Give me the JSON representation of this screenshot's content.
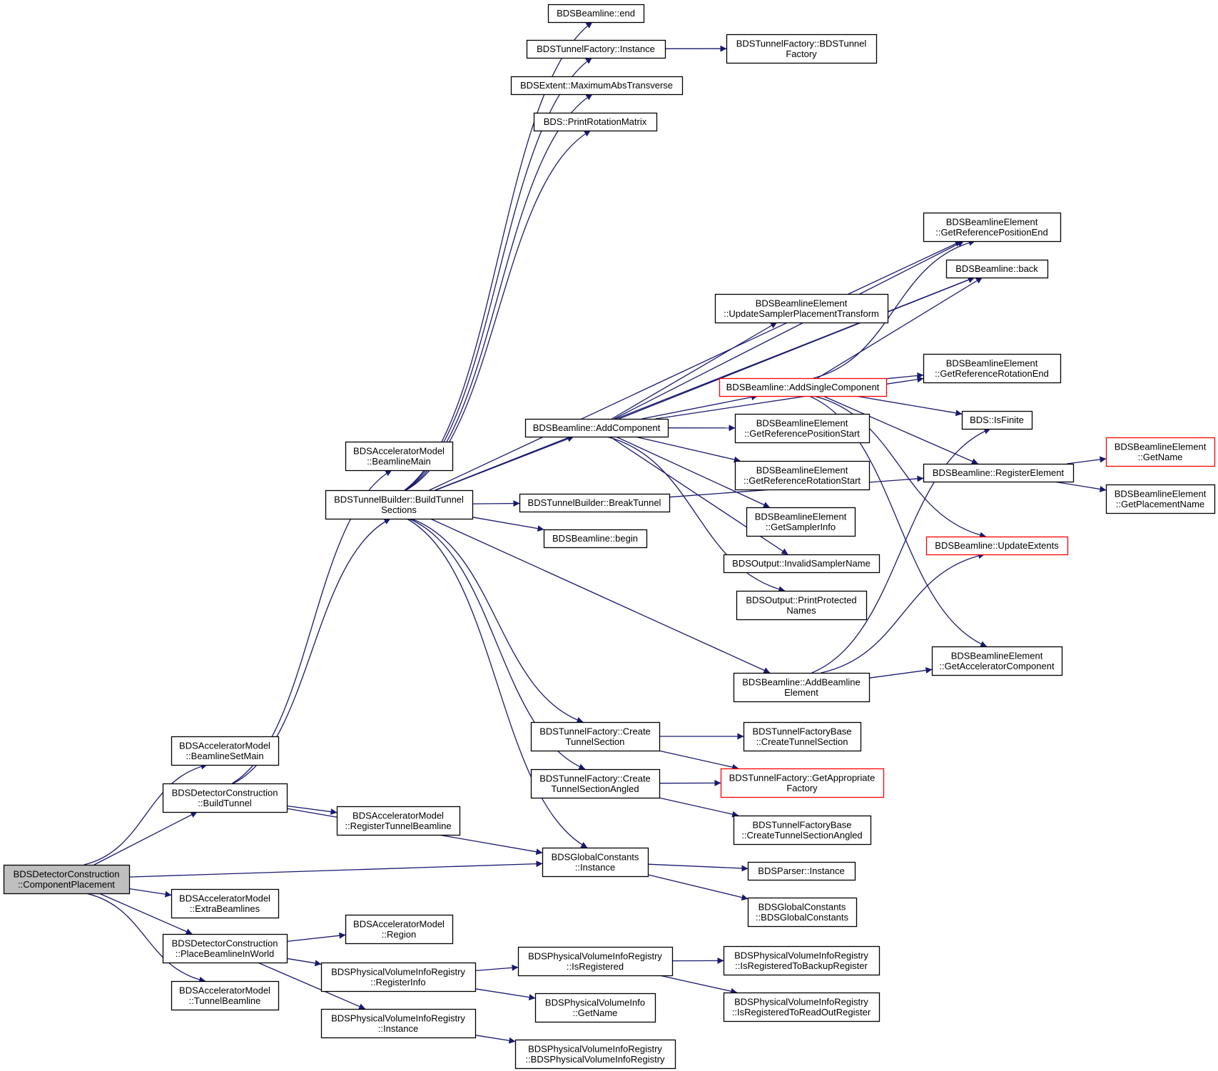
{
  "colors": {
    "edge": "#191970",
    "node_border": "#000000",
    "node_border_truncated": "#ff0000",
    "root_fill": "#bfbfbf",
    "node_fill": "#ffffff"
  },
  "nodes": [
    {
      "id": "root",
      "lines": [
        "BDSDetectorConstruction",
        "::ComponentPlacement"
      ],
      "style": "root"
    },
    {
      "id": "n1",
      "lines": [
        "BDSAcceleratorModel",
        "::BeamlineSetMain"
      ],
      "style": "normal"
    },
    {
      "id": "n2",
      "lines": [
        "BDSDetectorConstruction",
        "::BuildTunnel"
      ],
      "style": "normal"
    },
    {
      "id": "n3",
      "lines": [
        "BDSAcceleratorModel",
        "::ExtraBeamlines"
      ],
      "style": "normal"
    },
    {
      "id": "n4",
      "lines": [
        "BDSDetectorConstruction",
        "::PlaceBeamlineInWorld"
      ],
      "style": "normal"
    },
    {
      "id": "n5",
      "lines": [
        "BDSAcceleratorModel",
        "::TunnelBeamline"
      ],
      "style": "normal"
    },
    {
      "id": "n6",
      "lines": [
        "BDSAcceleratorModel",
        "::BeamlineMain"
      ],
      "style": "normal"
    },
    {
      "id": "n7",
      "lines": [
        "BDSTunnelBuilder::BuildTunnel",
        "Sections"
      ],
      "style": "normal"
    },
    {
      "id": "n8",
      "lines": [
        "BDSAcceleratorModel",
        "::RegisterTunnelBeamline"
      ],
      "style": "normal"
    },
    {
      "id": "n9",
      "lines": [
        "BDSAcceleratorModel",
        "::Region"
      ],
      "style": "normal"
    },
    {
      "id": "n10",
      "lines": [
        "BDSPhysicalVolumeInfoRegistry",
        "::RegisterInfo"
      ],
      "style": "normal"
    },
    {
      "id": "n11",
      "lines": [
        "BDSPhysicalVolumeInfoRegistry",
        "::Instance"
      ],
      "style": "normal"
    },
    {
      "id": "n12",
      "lines": [
        "BDSBeamline::end"
      ],
      "style": "normal"
    },
    {
      "id": "n13",
      "lines": [
        "BDSTunnelFactory::Instance"
      ],
      "style": "normal"
    },
    {
      "id": "n14",
      "lines": [
        "BDSExtent::MaximumAbsTransverse"
      ],
      "style": "normal"
    },
    {
      "id": "n15",
      "lines": [
        "BDS::PrintRotationMatrix"
      ],
      "style": "normal"
    },
    {
      "id": "n16",
      "lines": [
        "BDSBeamline::AddComponent"
      ],
      "style": "normal"
    },
    {
      "id": "n17",
      "lines": [
        "BDSTunnelBuilder::BreakTunnel"
      ],
      "style": "normal"
    },
    {
      "id": "n18",
      "lines": [
        "BDSBeamline::begin"
      ],
      "style": "normal"
    },
    {
      "id": "n19",
      "lines": [
        "BDSTunnelFactory::Create",
        "TunnelSection"
      ],
      "style": "normal"
    },
    {
      "id": "n20",
      "lines": [
        "BDSTunnelFactory::Create",
        "TunnelSectionAngled"
      ],
      "style": "normal"
    },
    {
      "id": "n21",
      "lines": [
        "BDSGlobalConstants",
        "::Instance"
      ],
      "style": "normal"
    },
    {
      "id": "n22",
      "lines": [
        "BDSPhysicalVolumeInfoRegistry",
        "::IsRegistered"
      ],
      "style": "normal"
    },
    {
      "id": "n23",
      "lines": [
        "BDSPhysicalVolumeInfo",
        "::GetName"
      ],
      "style": "normal"
    },
    {
      "id": "n24",
      "lines": [
        "BDSPhysicalVolumeInfoRegistry",
        "::BDSPhysicalVolumeInfoRegistry"
      ],
      "style": "normal"
    },
    {
      "id": "n25",
      "lines": [
        "BDSTunnelFactory::BDSTunnel",
        "Factory"
      ],
      "style": "normal"
    },
    {
      "id": "n26",
      "lines": [
        "BDSBeamlineElement",
        "::UpdateSamplerPlacementTransform"
      ],
      "style": "normal"
    },
    {
      "id": "n27",
      "lines": [
        "BDSBeamline::AddSingleComponent"
      ],
      "style": "truncated"
    },
    {
      "id": "n28",
      "lines": [
        "BDSBeamlineElement",
        "::GetReferencePositionStart"
      ],
      "style": "normal"
    },
    {
      "id": "n29",
      "lines": [
        "BDSBeamlineElement",
        "::GetReferenceRotationStart"
      ],
      "style": "normal"
    },
    {
      "id": "n30",
      "lines": [
        "BDSBeamlineElement",
        "::GetSamplerInfo"
      ],
      "style": "normal"
    },
    {
      "id": "n31",
      "lines": [
        "BDSOutput::InvalidSamplerName"
      ],
      "style": "normal"
    },
    {
      "id": "n32",
      "lines": [
        "BDSOutput::PrintProtected",
        "Names"
      ],
      "style": "normal"
    },
    {
      "id": "n33",
      "lines": [
        "BDSBeamline::AddBeamline",
        "Element"
      ],
      "style": "normal"
    },
    {
      "id": "n34",
      "lines": [
        "BDSTunnelFactoryBase",
        "::CreateTunnelSection"
      ],
      "style": "normal"
    },
    {
      "id": "n35",
      "lines": [
        "BDSTunnelFactory::GetAppropriate",
        "Factory"
      ],
      "style": "truncated"
    },
    {
      "id": "n36",
      "lines": [
        "BDSTunnelFactoryBase",
        "::CreateTunnelSectionAngled"
      ],
      "style": "normal"
    },
    {
      "id": "n37",
      "lines": [
        "BDSParser::Instance"
      ],
      "style": "normal"
    },
    {
      "id": "n38",
      "lines": [
        "BDSGlobalConstants",
        "::BDSGlobalConstants"
      ],
      "style": "normal"
    },
    {
      "id": "n39",
      "lines": [
        "BDSPhysicalVolumeInfoRegistry",
        "::IsRegisteredToBackupRegister"
      ],
      "style": "normal"
    },
    {
      "id": "n40",
      "lines": [
        "BDSPhysicalVolumeInfoRegistry",
        "::IsRegisteredToReadOutRegister"
      ],
      "style": "normal"
    },
    {
      "id": "n41",
      "lines": [
        "BDSBeamlineElement",
        "::GetReferencePositionEnd"
      ],
      "style": "normal"
    },
    {
      "id": "n42",
      "lines": [
        "BDSBeamline::back"
      ],
      "style": "normal"
    },
    {
      "id": "n43",
      "lines": [
        "BDSBeamlineElement",
        "::GetReferenceRotationEnd"
      ],
      "style": "normal"
    },
    {
      "id": "n44",
      "lines": [
        "BDS::IsFinite"
      ],
      "style": "normal"
    },
    {
      "id": "n45",
      "lines": [
        "BDSBeamline::RegisterElement"
      ],
      "style": "normal"
    },
    {
      "id": "n46",
      "lines": [
        "BDSBeamline::UpdateExtents"
      ],
      "style": "truncated"
    },
    {
      "id": "n47",
      "lines": [
        "BDSBeamlineElement",
        "::GetAcceleratorComponent"
      ],
      "style": "normal"
    },
    {
      "id": "n48",
      "lines": [
        "BDSBeamlineElement",
        "::GetName"
      ],
      "style": "truncated"
    },
    {
      "id": "n49",
      "lines": [
        "BDSBeamlineElement",
        "::GetPlacementName"
      ],
      "style": "normal"
    }
  ],
  "edges": [
    {
      "from": "root",
      "to": "n1"
    },
    {
      "from": "root",
      "to": "n2"
    },
    {
      "from": "root",
      "to": "n21"
    },
    {
      "from": "root",
      "to": "n3"
    },
    {
      "from": "root",
      "to": "n4"
    },
    {
      "from": "root",
      "to": "n5"
    },
    {
      "from": "n2",
      "to": "n6"
    },
    {
      "from": "n2",
      "to": "n7"
    },
    {
      "from": "n2",
      "to": "n8"
    },
    {
      "from": "n2",
      "to": "n21"
    },
    {
      "from": "n4",
      "to": "n9"
    },
    {
      "from": "n4",
      "to": "n10"
    },
    {
      "from": "n4",
      "to": "n11"
    },
    {
      "from": "n7",
      "to": "n12"
    },
    {
      "from": "n7",
      "to": "n13"
    },
    {
      "from": "n7",
      "to": "n14"
    },
    {
      "from": "n7",
      "to": "n15"
    },
    {
      "from": "n7",
      "to": "n41"
    },
    {
      "from": "n7",
      "to": "n42"
    },
    {
      "from": "n7",
      "to": "n16"
    },
    {
      "from": "n7",
      "to": "n17"
    },
    {
      "from": "n7",
      "to": "n18"
    },
    {
      "from": "n7",
      "to": "n33"
    },
    {
      "from": "n7",
      "to": "n19"
    },
    {
      "from": "n7",
      "to": "n20"
    },
    {
      "from": "n7",
      "to": "n21"
    },
    {
      "from": "n13",
      "to": "n25"
    },
    {
      "from": "n16",
      "to": "n41"
    },
    {
      "from": "n16",
      "to": "n42"
    },
    {
      "from": "n16",
      "to": "n26"
    },
    {
      "from": "n16",
      "to": "n43"
    },
    {
      "from": "n16",
      "to": "n27"
    },
    {
      "from": "n16",
      "to": "n28"
    },
    {
      "from": "n16",
      "to": "n29"
    },
    {
      "from": "n16",
      "to": "n30"
    },
    {
      "from": "n16",
      "to": "n31"
    },
    {
      "from": "n16",
      "to": "n32"
    },
    {
      "from": "n17",
      "to": "n45"
    },
    {
      "from": "n27",
      "to": "n41"
    },
    {
      "from": "n27",
      "to": "n42"
    },
    {
      "from": "n27",
      "to": "n43"
    },
    {
      "from": "n27",
      "to": "n44"
    },
    {
      "from": "n27",
      "to": "n45"
    },
    {
      "from": "n27",
      "to": "n46"
    },
    {
      "from": "n27",
      "to": "n47"
    },
    {
      "from": "n33",
      "to": "n44"
    },
    {
      "from": "n33",
      "to": "n46"
    },
    {
      "from": "n33",
      "to": "n47"
    },
    {
      "from": "n45",
      "to": "n48"
    },
    {
      "from": "n45",
      "to": "n49"
    },
    {
      "from": "n19",
      "to": "n34"
    },
    {
      "from": "n19",
      "to": "n35"
    },
    {
      "from": "n20",
      "to": "n35"
    },
    {
      "from": "n20",
      "to": "n36"
    },
    {
      "from": "n21",
      "to": "n37"
    },
    {
      "from": "n21",
      "to": "n38"
    },
    {
      "from": "n10",
      "to": "n22"
    },
    {
      "from": "n10",
      "to": "n23"
    },
    {
      "from": "n22",
      "to": "n39"
    },
    {
      "from": "n22",
      "to": "n40"
    },
    {
      "from": "n11",
      "to": "n24"
    }
  ]
}
